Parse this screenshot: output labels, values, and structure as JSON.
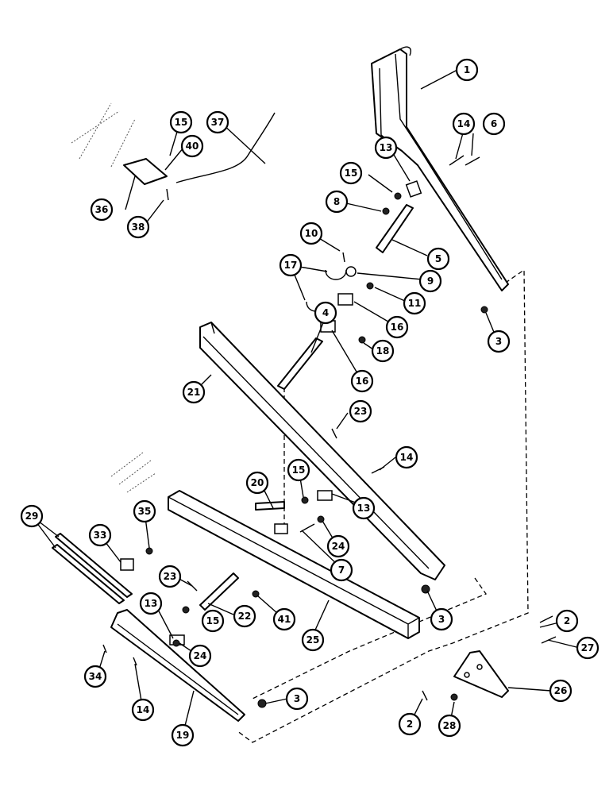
{
  "callouts": [
    {
      "id": "c1",
      "label": "1"
    },
    {
      "id": "c6",
      "label": "6"
    },
    {
      "id": "c14a",
      "label": "14"
    },
    {
      "id": "c13a",
      "label": "13"
    },
    {
      "id": "c15a",
      "label": "15"
    },
    {
      "id": "c8",
      "label": "8"
    },
    {
      "id": "c10",
      "label": "10"
    },
    {
      "id": "c5",
      "label": "5"
    },
    {
      "id": "c17",
      "label": "17"
    },
    {
      "id": "c9",
      "label": "9"
    },
    {
      "id": "c11",
      "label": "11"
    },
    {
      "id": "c16a",
      "label": "16"
    },
    {
      "id": "c3a",
      "label": "3"
    },
    {
      "id": "c4",
      "label": "4"
    },
    {
      "id": "c18",
      "label": "18"
    },
    {
      "id": "c16b",
      "label": "16"
    },
    {
      "id": "c21",
      "label": "21"
    },
    {
      "id": "c23a",
      "label": "23"
    },
    {
      "id": "c14b",
      "label": "14"
    },
    {
      "id": "c15b",
      "label": "15"
    },
    {
      "id": "c36",
      "label": "36"
    },
    {
      "id": "c38",
      "label": "38"
    },
    {
      "id": "c37",
      "label": "37"
    },
    {
      "id": "c15c",
      "label": "15"
    },
    {
      "id": "c40",
      "label": "40"
    },
    {
      "id": "c20",
      "label": "20"
    },
    {
      "id": "c13b",
      "label": "13"
    },
    {
      "id": "c29",
      "label": "29"
    },
    {
      "id": "c35",
      "label": "35"
    },
    {
      "id": "c33",
      "label": "33"
    },
    {
      "id": "c24a",
      "label": "24"
    },
    {
      "id": "c7",
      "label": "7"
    },
    {
      "id": "c23b",
      "label": "23"
    },
    {
      "id": "c13c",
      "label": "13"
    },
    {
      "id": "c41",
      "label": "41"
    },
    {
      "id": "c15d",
      "label": "15"
    },
    {
      "id": "c22",
      "label": "22"
    },
    {
      "id": "c3b",
      "label": "3"
    },
    {
      "id": "c24b",
      "label": "24"
    },
    {
      "id": "c25",
      "label": "25"
    },
    {
      "id": "c2a",
      "label": "2"
    },
    {
      "id": "c27",
      "label": "27"
    },
    {
      "id": "c34",
      "label": "34"
    },
    {
      "id": "c14c",
      "label": "14"
    },
    {
      "id": "c3c",
      "label": "3"
    },
    {
      "id": "c26",
      "label": "26"
    },
    {
      "id": "c19",
      "label": "19"
    },
    {
      "id": "c2b",
      "label": "2"
    },
    {
      "id": "c28",
      "label": "28"
    }
  ]
}
